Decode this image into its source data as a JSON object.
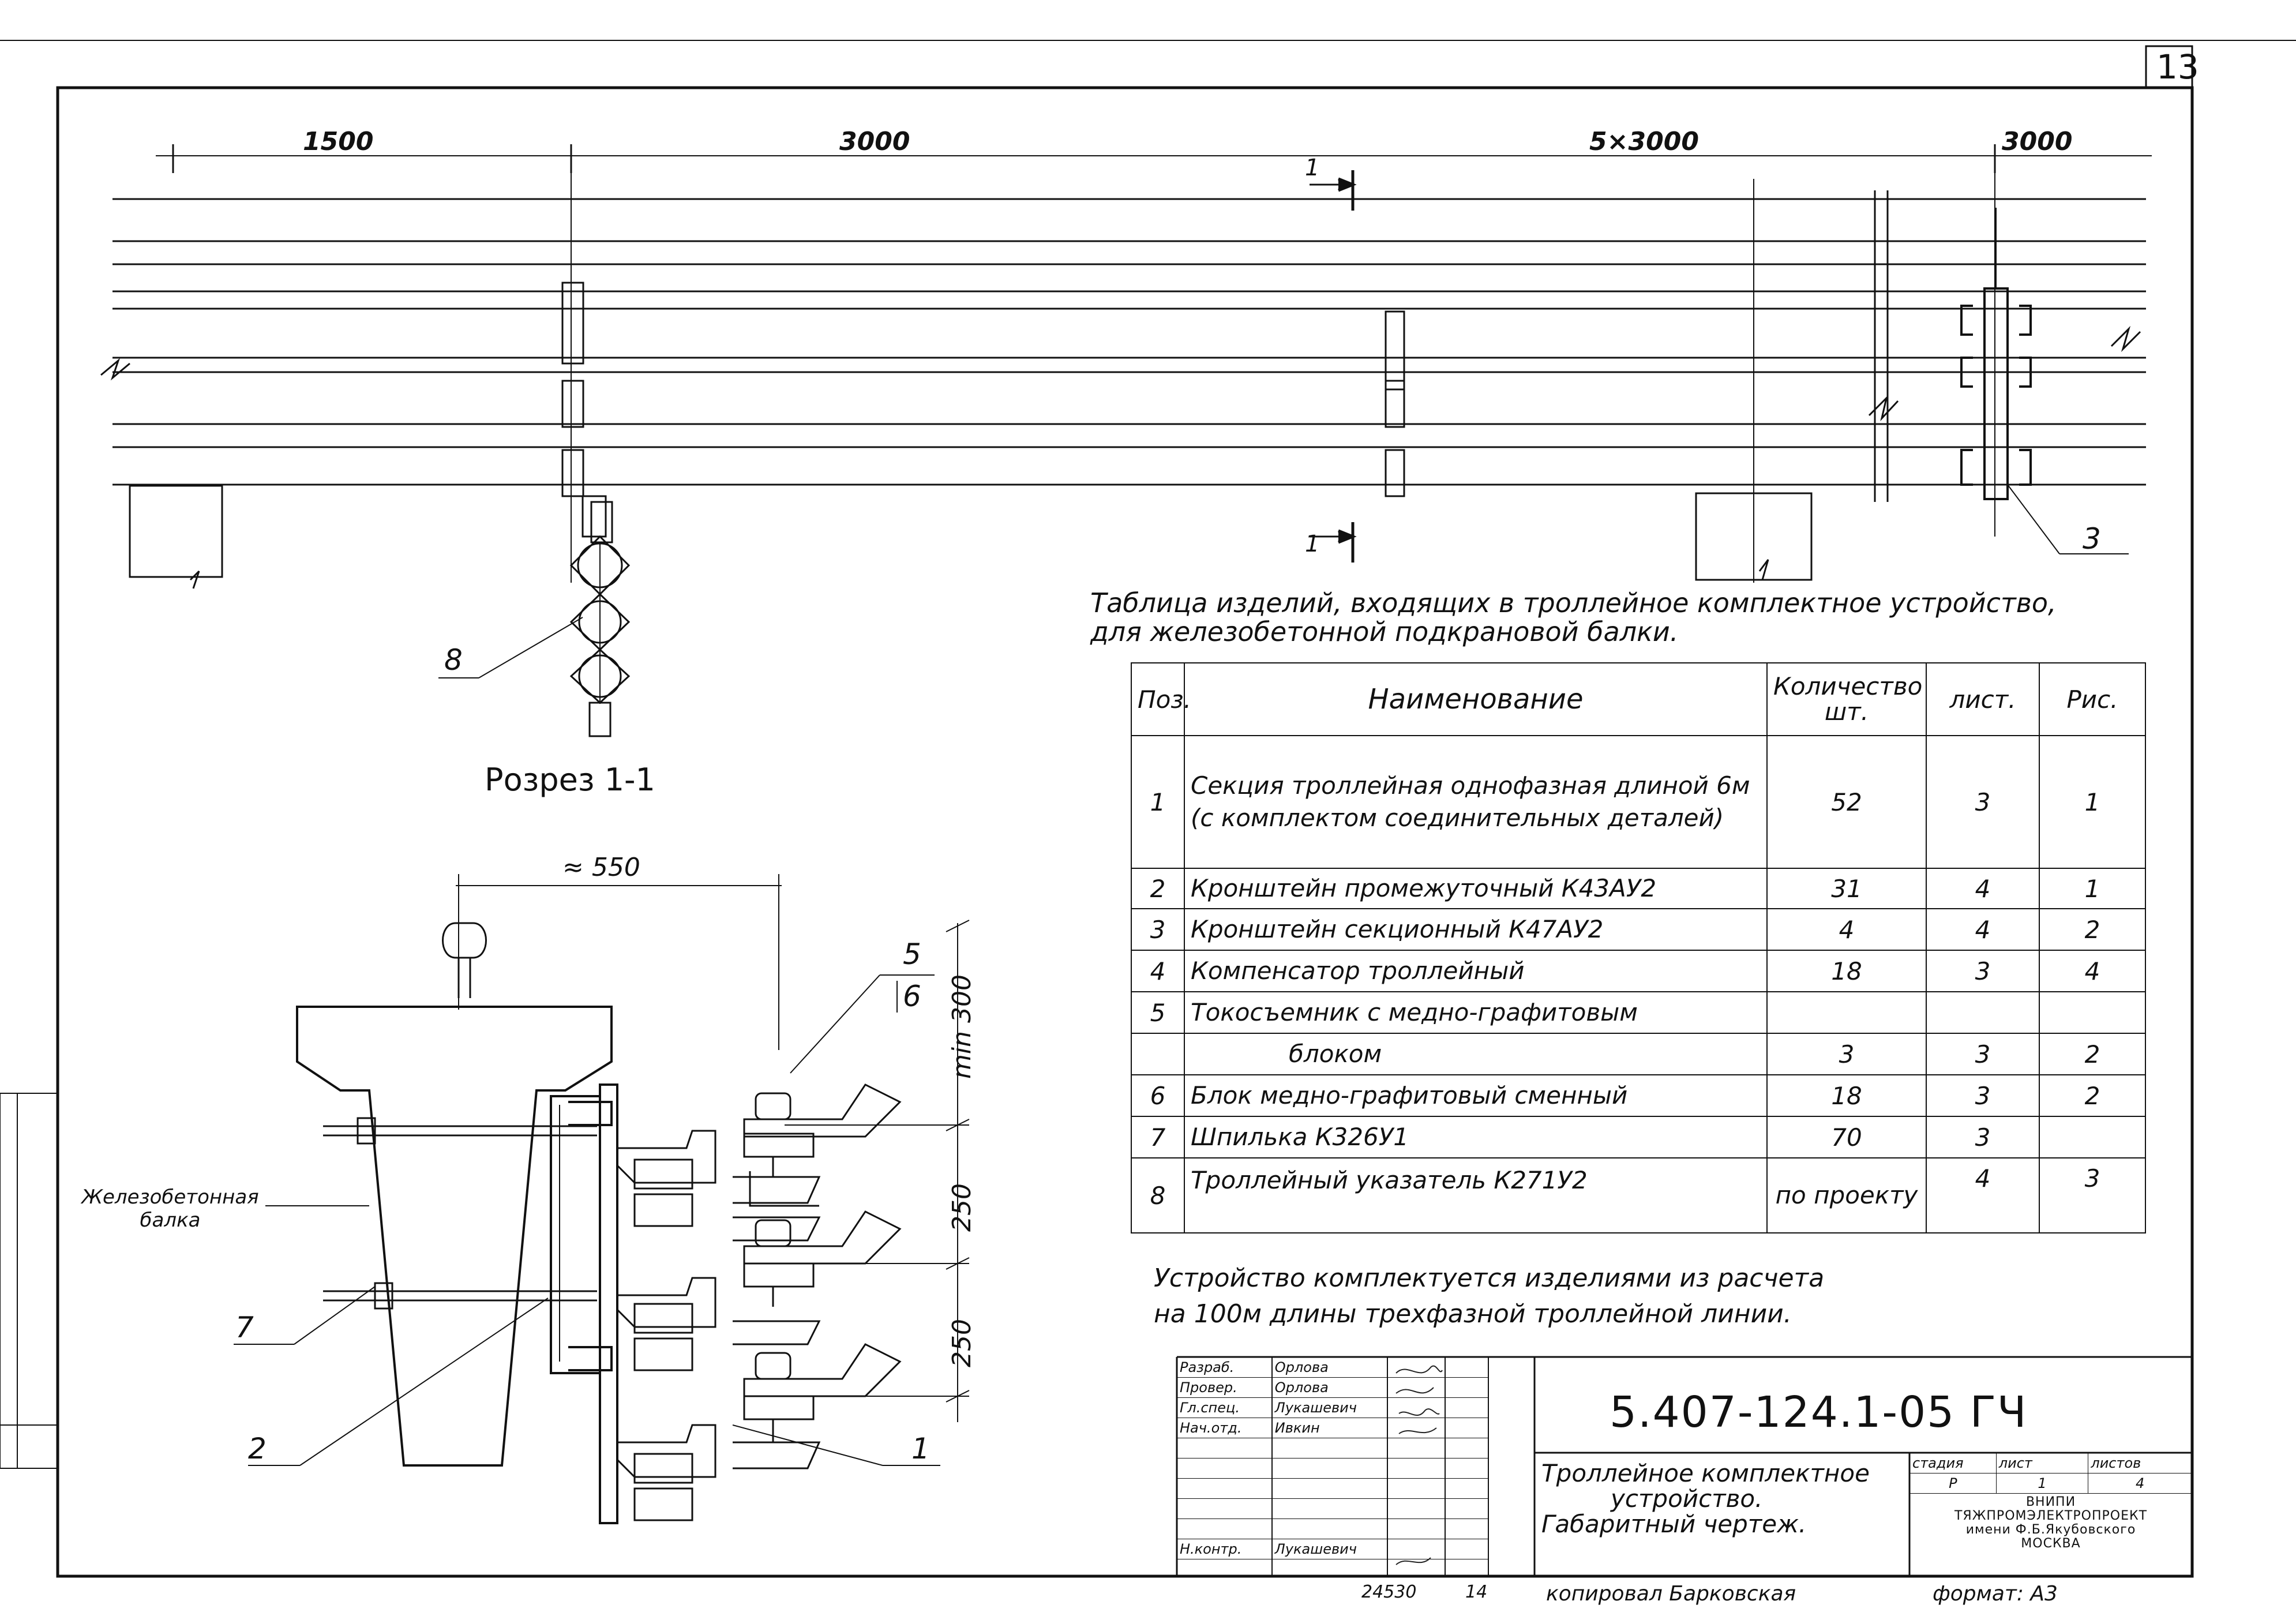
{
  "page_number": "13",
  "plan": {
    "dims": [
      "1500",
      "3000",
      "5×3000",
      "3000"
    ],
    "section_marker": "1",
    "leader_3": "3",
    "leader_8": "8"
  },
  "section": {
    "title": "Розрез 1-1",
    "dim_550": "≈ 550",
    "dim_300": "min 300",
    "dim_250a": "250",
    "dim_250b": "250",
    "beam_label_1": "Железобетонная",
    "beam_label_2": "балка",
    "leaders": [
      "5",
      "6",
      "7",
      "2",
      "1"
    ]
  },
  "table": {
    "heading_line1": "Таблица изделий, входящих в троллейное комплектное устройство,",
    "heading_line2": "для железобетонной подкрановой балки.",
    "headers": {
      "pos": "Поз.",
      "name": "Наименование",
      "qty": "Количество шт.",
      "sheet": "лист.",
      "fig": "Рис."
    },
    "rows": [
      {
        "pos": "1",
        "name": "Секция троллейная однофазная длиной 6м (с комплектом соединительных деталей)",
        "qty": "52",
        "sheet": "3",
        "fig": "1"
      },
      {
        "pos": "2",
        "name": "Кронштейн промежуточный К43АУ2",
        "qty": "31",
        "sheet": "4",
        "fig": "1"
      },
      {
        "pos": "3",
        "name": "Кронштейн секционный К47АУ2",
        "qty": "4",
        "sheet": "4",
        "fig": "2"
      },
      {
        "pos": "4",
        "name": "Компенсатор троллейный",
        "qty": "18",
        "sheet": "3",
        "fig": "4"
      },
      {
        "pos": "5",
        "name": "Токосъемник с медно-графитовым",
        "qty": "",
        "sheet": "",
        "fig": ""
      },
      {
        "pos": "",
        "name": "блоком",
        "qty": "3",
        "sheet": "3",
        "fig": "2"
      },
      {
        "pos": "6",
        "name": "Блок медно-графитовый сменный",
        "qty": "18",
        "sheet": "3",
        "fig": "2"
      },
      {
        "pos": "7",
        "name": "Шпилька К326У1",
        "qty": "70",
        "sheet": "3",
        "fig": ""
      },
      {
        "pos": "8",
        "name": "Троллейный указатель К271У2",
        "qty": "по проекту",
        "sheet": "4",
        "fig": "3"
      }
    ]
  },
  "note": {
    "line1": "Устройство комплектуется изделиями из расчета",
    "line2": "на 100м длины трехфазной троллейной линии."
  },
  "title_block": {
    "code": "5.407-124.1-05 ГЧ",
    "title_line1": "Троллейное комплектное",
    "title_line2": "устройство.",
    "title_line3": "Габаритный чертеж.",
    "roles": [
      {
        "role": "Разраб.",
        "name": "Орлова"
      },
      {
        "role": "Провер.",
        "name": "Орлова"
      },
      {
        "role": "Гл.спец.",
        "name": "Лукашевич"
      },
      {
        "role": "Нач.отд.",
        "name": "Ивкин"
      },
      {
        "role": "Н.контр.",
        "name": "Лукашевич"
      }
    ],
    "stage_label": "стадия",
    "sheet_label": "лист",
    "sheets_label": "листов",
    "stage": "Р",
    "sheet": "1",
    "sheets": "4",
    "org_line1": "ВНИПИ",
    "org_line2": "ТЯЖПРОМЭЛЕКТРОПРОЕКТ",
    "org_line3": "имени Ф.Б.Якубовского",
    "org_line4": "МОСКВА"
  },
  "bottom": {
    "archive_no": "24530",
    "sheet_no": "14",
    "copied_by": "копировал Барковская",
    "format": "формат: А3"
  }
}
